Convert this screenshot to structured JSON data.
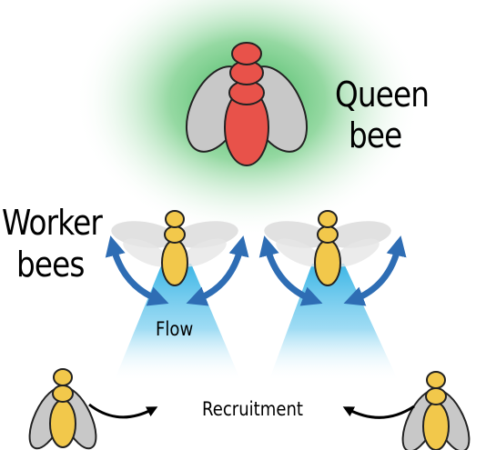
{
  "labels": {
    "queen_line1": "Queen",
    "queen_line2": "bee",
    "worker_line1": "Worker",
    "worker_line2": "bees",
    "flow": "Flow",
    "recruitment": "Recruitment"
  },
  "colors": {
    "queen_body": "#e8524a",
    "worker_body": "#f2c84b",
    "wing": "#c8c8c8",
    "arrow_blue": "#2e6db4",
    "flow_blue": "#4bbde8",
    "glow_green": "#2fae4f"
  }
}
